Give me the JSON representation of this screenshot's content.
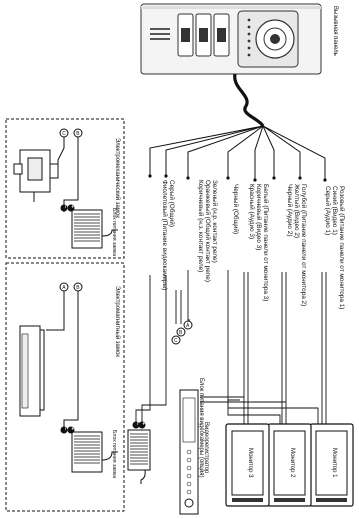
{
  "panel": {
    "label": "Вызывная панель"
  },
  "wires": [
    {
      "id": "w1",
      "lines": [
        "Розовый (Питание панели от монитора 1)",
        "Синий (Видео 1)",
        "Серый (Аудио 1)"
      ]
    },
    {
      "id": "w2",
      "lines": [
        "Голубой (Питание панели от монитора 2)",
        "Желтый (Видео 2)",
        "Черный (Аудио 2)"
      ]
    },
    {
      "id": "w3",
      "lines": [
        "Белый (Питание панели от монитора 3)",
        "Коричневый (Видео 3)",
        "Красный (Аудио 3)"
      ]
    },
    {
      "id": "w4",
      "lines": [
        "Черный (Общий)"
      ]
    },
    {
      "id": "w5",
      "lines": [
        "Зеленый (н.р. контакт реле)",
        "Оранжевый (Общий контакт реле)",
        "Коричневый (н.з. контакт реле)"
      ]
    },
    {
      "id": "w6",
      "lines": [
        "Серый (Общий)",
        "Фиолетовый (Питание видеокамеры)"
      ]
    }
  ],
  "monitors": [
    "Монитор 1",
    "Монитор 2",
    "Монитор 3"
  ],
  "recorder": {
    "label": "Видеорегистратор"
  },
  "camera_psu": {
    "label": "Блок питания видеокамеры (опция)"
  },
  "locks": [
    {
      "id": "electromechanical",
      "title": "Электромеханический замок",
      "psu_label": "Блок питания замка",
      "terminals": [
        "B",
        "C"
      ]
    },
    {
      "id": "electromagnetic",
      "title": "Электромагнитный замок",
      "psu_label": "Блок питания замка",
      "terminals": [
        "B",
        "A"
      ]
    }
  ],
  "relay_terminals": [
    "A",
    "B",
    "C"
  ],
  "polarity": {
    "plus": "+",
    "minus": "−"
  }
}
